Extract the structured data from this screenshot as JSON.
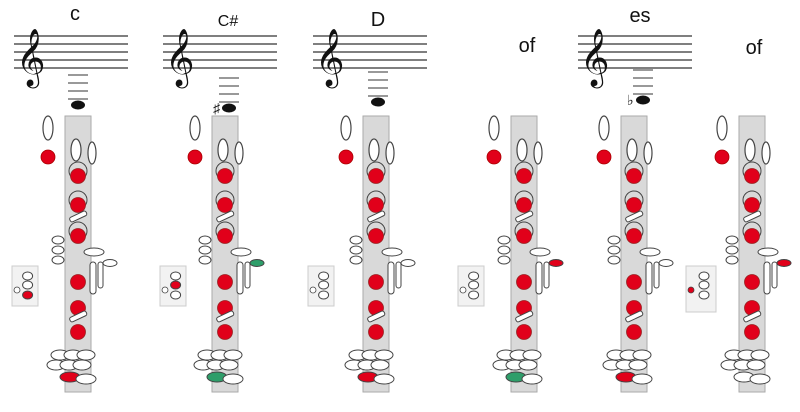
{
  "colors": {
    "closed_key": "#e1001a",
    "trill_key": "#2e9e6a",
    "open_key": "#ffffff",
    "key_outline": "#444444",
    "tube": "#d9d9d9"
  },
  "charts": [
    {
      "note_label": "c",
      "accidental": "",
      "tone_holes_closed": [
        true,
        true,
        true,
        true,
        true,
        true
      ],
      "accents": {
        "upper_lever": "",
        "side_lever": "",
        "bottom": "red",
        "inset_low_key": "red",
        "inset_side_dot": ""
      }
    },
    {
      "note_label": "C#",
      "accidental": "♯",
      "tone_holes_closed": [
        true,
        true,
        true,
        true,
        true,
        true
      ],
      "accents": {
        "upper_lever": "",
        "side_lever": "green",
        "bottom": "green",
        "inset_low_key": "",
        "inset_mid_key": "red",
        "inset_side_dot": ""
      }
    },
    {
      "note_label": "D",
      "accidental": "",
      "tone_holes_closed": [
        true,
        true,
        true,
        true,
        true,
        true
      ],
      "accents": {
        "upper_lever": "",
        "side_lever": "",
        "bottom": "red",
        "inset_low_key": "",
        "inset_side_dot": ""
      }
    },
    {
      "note_label": "of",
      "accidental": "",
      "tone_holes_closed": [
        true,
        true,
        true,
        true,
        true,
        true
      ],
      "accents": {
        "upper_lever": "",
        "side_lever": "red",
        "bottom": "green",
        "inset_low_key": "",
        "inset_side_dot": ""
      }
    },
    {
      "note_label": "es",
      "accidental": "♭",
      "tone_holes_closed": [
        true,
        true,
        true,
        true,
        true,
        true
      ],
      "accents": {
        "upper_lever": "",
        "side_lever": "",
        "bottom": "red",
        "inset_low_key": "",
        "inset_side_dot": ""
      }
    },
    {
      "note_label": "of",
      "accidental": "",
      "tone_holes_closed": [
        true,
        true,
        true,
        true,
        true,
        true
      ],
      "accents": {
        "upper_lever": "",
        "side_lever": "red",
        "bottom": "",
        "inset_low_key": "",
        "inset_side_dot": "red"
      }
    }
  ]
}
